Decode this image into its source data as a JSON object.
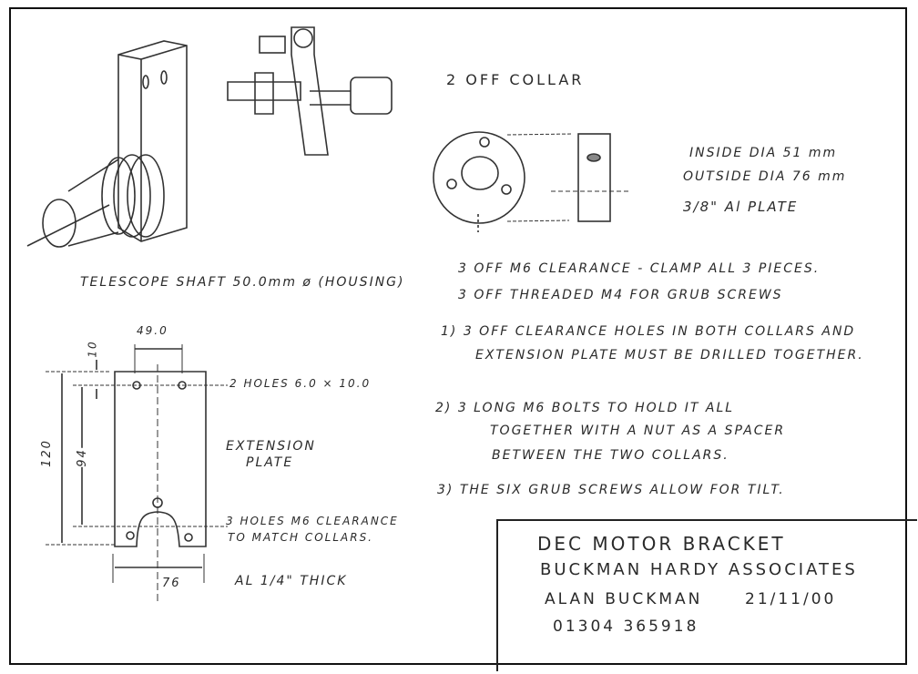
{
  "telescope": {
    "caption": "TELESCOPE SHAFT 50.0mm ø (HOUSING)"
  },
  "collar": {
    "title": "2 OFF COLLAR",
    "inside_dia": "INSIDE DIA  51 mm",
    "outside_dia": "OUTSIDE DIA  76 mm",
    "material": "3/8\" Al PLATE",
    "holes_1": "3 OFF  M6 CLEARANCE - CLAMP ALL 3 PIECES.",
    "holes_2": "3 OFF  THREADED  M4  FOR GRUB SCREWS"
  },
  "plate": {
    "dim_width_top": "49.0",
    "dim_top_offset": "10",
    "dim_height": "120",
    "dim_hole_span": "94",
    "dim_width": "76",
    "top_holes": "2 HOLES  6.0 × 10.0",
    "name_1": "EXTENSION",
    "name_2": "PLATE",
    "bottom_holes_1": "3 HOLES M6 CLEARANCE",
    "bottom_holes_2": "TO MATCH COLLARS.",
    "thickness": "AL 1/4\"  THICK"
  },
  "notes": [
    {
      "line1": "1)  3 OFF CLEARANCE HOLES IN BOTH COLLARS AND",
      "line2": "EXTENSION PLATE  MUST BE DRILLED TOGETHER."
    },
    {
      "line1": "2)  3 LONG M6  BOLTS  TO  HOLD IT ALL",
      "line2": "TOGETHER  WITH  A  NUT  AS A SPACER",
      "line3": "BETWEEN  THE  TWO  COLLARS."
    },
    {
      "line1": "3)  THE SIX GRUB SCREWS ALLOW FOR TILT."
    }
  ],
  "title_block": {
    "title": "DEC MOTOR BRACKET",
    "company": "BUCKMAN HARDY ASSOCIATES",
    "author": "ALAN BUCKMAN",
    "date": "21/11/00",
    "phone": "01304 365918"
  }
}
